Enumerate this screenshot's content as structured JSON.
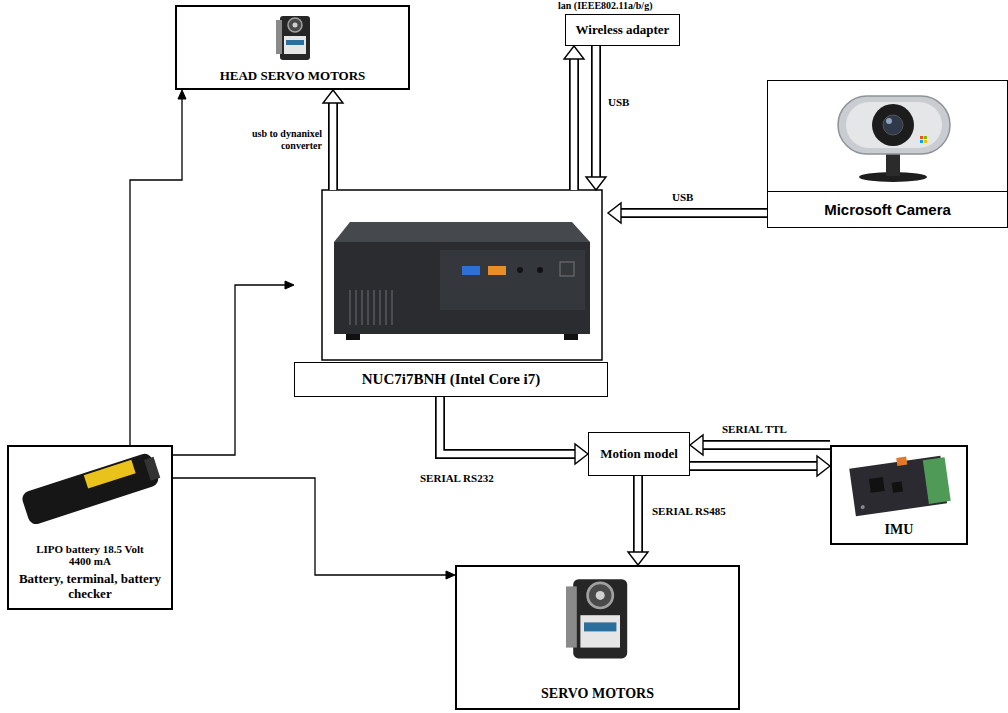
{
  "diagram": {
    "nodes": [
      {
        "text": [
          "HEAD SERVO MOTORS"
        ]
      },
      {
        "text": [
          "Wireless adapter"
        ]
      },
      {
        "text": [
          "Microsoft Camera"
        ]
      },
      {
        "text": [
          "NUC7i7BNH (Intel Core i7)"
        ]
      },
      {
        "text": [
          "Motion model"
        ]
      },
      {
        "text": [
          "IMU"
        ]
      },
      {
        "text": [
          "LIPO battery 18.5 Volt 4400 mA",
          "Battery, terminal, battery checker"
        ]
      },
      {
        "text": [
          "SERVO MOTORS"
        ]
      }
    ],
    "edges": [
      {
        "from": 3,
        "to": 0,
        "arrow": "to",
        "label": "usb to dynanixel converter"
      },
      {
        "from": 3,
        "to": 1,
        "arrow": "to"
      },
      {
        "from": 1,
        "to": 3,
        "arrow": "to",
        "label": "USB"
      },
      {
        "from": 2,
        "to": 3,
        "arrow": "to",
        "label": "USB"
      },
      {
        "from": 3,
        "to": 4,
        "arrow": "to",
        "label": "SERIAL RS232"
      },
      {
        "from": 5,
        "to": 4,
        "arrow": "to",
        "label": "SERIAL TTL"
      },
      {
        "from": 4,
        "to": 5,
        "arrow": "to"
      },
      {
        "from": 4,
        "to": 7,
        "arrow": "to",
        "label": "SERIAL RS485"
      },
      {
        "from": 6,
        "to": 0,
        "arrow": "to"
      },
      {
        "from": 6,
        "to": 3,
        "arrow": "to"
      },
      {
        "from": 6,
        "to": 7,
        "arrow": "to"
      }
    ],
    "labels": [
      "lan (IEEE802.11a/b/g)"
    ]
  }
}
